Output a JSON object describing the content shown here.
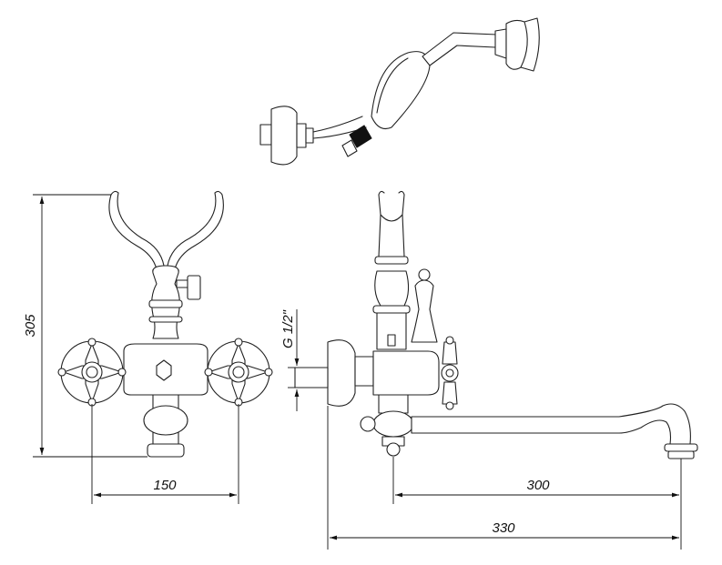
{
  "dimensions": {
    "height": "305",
    "width_between_handles": "150",
    "spout_reach": "300",
    "overall_length": "330",
    "thread": "G 1/2\""
  },
  "colors": {
    "line": "#222222",
    "background": "#ffffff",
    "hose_band": "#111111"
  }
}
